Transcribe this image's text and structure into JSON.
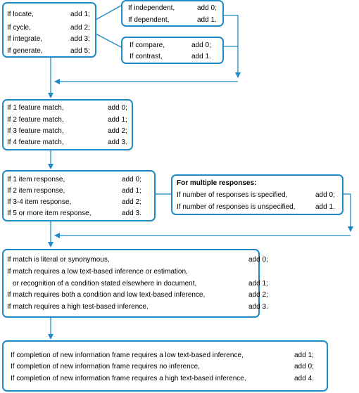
{
  "box_a": {
    "rows": [
      {
        "condition": "If locate,",
        "score": "add 1;"
      },
      {
        "condition": "If cycle,",
        "score": "add 2;"
      },
      {
        "condition": "If integrate,",
        "score": "add 3;"
      },
      {
        "condition": "If generate,",
        "score": "add 5;"
      }
    ]
  },
  "box_b": {
    "rows": [
      {
        "condition": "If independent,",
        "score": "add 0;"
      },
      {
        "condition": "If dependent,",
        "score": "add 1."
      }
    ]
  },
  "box_c": {
    "rows": [
      {
        "condition": "If compare,",
        "score": "add 0;"
      },
      {
        "condition": "If contrast,",
        "score": "add 1."
      }
    ]
  },
  "box_d": {
    "rows": [
      {
        "condition": "If 1 feature match,",
        "score": "add 0;"
      },
      {
        "condition": "If 2 feature match,",
        "score": "add 1;"
      },
      {
        "condition": "If 3 feature match,",
        "score": "add 2;"
      },
      {
        "condition": "If 4 feature match,",
        "score": "add 3."
      }
    ]
  },
  "box_e": {
    "rows": [
      {
        "condition": "If 1 item response,",
        "score": "add 0;"
      },
      {
        "condition": "If 2 item response,",
        "score": "add 1;"
      },
      {
        "condition": "If 3-4 item response,",
        "score": "add 2;"
      },
      {
        "condition": "If 5 or more item response,",
        "score": "add 3."
      }
    ]
  },
  "box_f": {
    "heading": "For multiple responses:",
    "rows": [
      {
        "condition": "If number of responses is specified,",
        "score": "add 0;"
      },
      {
        "condition": "If number of responses is unspecified,",
        "score": "add 1."
      }
    ]
  },
  "box_g": {
    "rows": [
      {
        "condition": "If match is literal or synonymous,",
        "score": "add 0;"
      },
      {
        "condition": "If match requires a low text-based inference or estimation,",
        "score": ""
      },
      {
        "condition": "or recognition of a condition stated elsewhere in document,",
        "score": "add 1;"
      },
      {
        "condition": "If match requires both a condition and low text-based inference,",
        "score": "add 2;"
      },
      {
        "condition": "If match requires a high test-based inference,",
        "score": "add 3."
      }
    ]
  },
  "box_h": {
    "rows": [
      {
        "condition": "If completion of new information frame requires a low text-based inference,",
        "score": "add 1;"
      },
      {
        "condition": "If completion of new information frame requires no inference,",
        "score": "add 0;"
      },
      {
        "condition": "If completion of new information frame requires a high text-based inference,",
        "score": "add 4."
      }
    ]
  },
  "colors": {
    "accent": "#1f8ac7"
  }
}
